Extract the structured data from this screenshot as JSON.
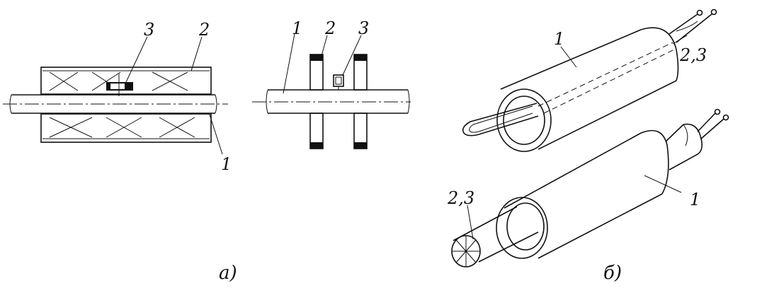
{
  "figure_a": {
    "caption": "a)",
    "left_view": {
      "label_coil": "3",
      "label_winding": "2",
      "label_rod": "1"
    },
    "right_view": {
      "label_rod": "1",
      "label_winding": "2",
      "label_coil": "3"
    }
  },
  "figure_b": {
    "caption": "б)",
    "top_tube": {
      "label_tube": "1",
      "label_wires": "2,3"
    },
    "bottom_tube": {
      "label_wires": "2,3",
      "label_tube": "1"
    }
  }
}
